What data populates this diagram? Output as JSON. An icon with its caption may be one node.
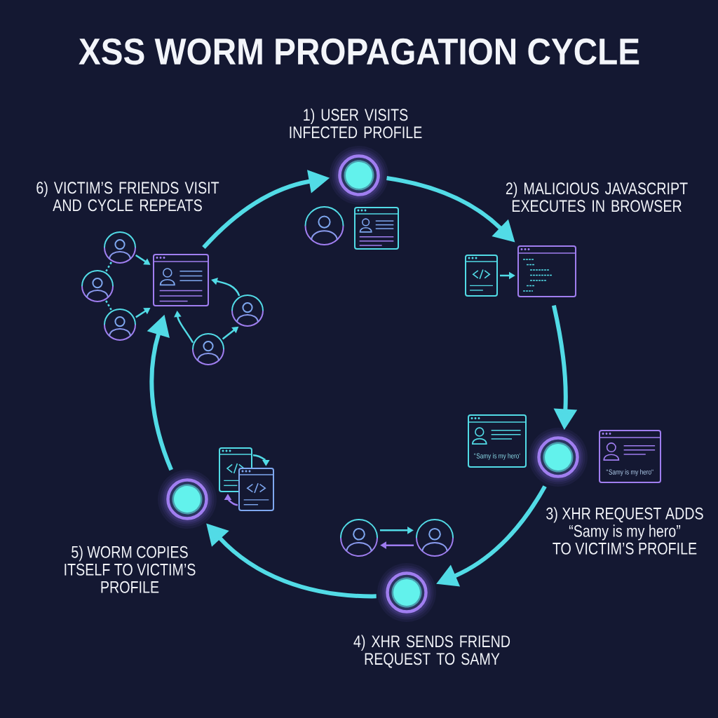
{
  "diagram": {
    "title": "XSS WORM PROPAGATION CYCLE",
    "nodes": [
      {
        "text": [
          "1) USER VISITS INFECTED PROFILE"
        ]
      },
      {
        "text": [
          "2) MALICIOUS JAVASCRIPT EXECUTES IN BROWSER"
        ]
      },
      {
        "text": [],
        "shape": "picture"
      },
      {
        "text": [
          "3) XHR REQUEST ADDS “Samy is my hero” TO VICTIM’S PROFILE"
        ]
      },
      {
        "text": [
          "\"Samy is my hero'"
        ]
      },
      {
        "text": [
          "\"Samy is my hero\""
        ]
      },
      {
        "text": [
          "4) XHR SENDS FRIEND REQUEST TO SAMY"
        ]
      },
      {
        "text": [],
        "shape": "person"
      },
      {
        "text": [],
        "shape": "person"
      },
      {
        "text": [
          "5) WORM COPIES ITSELF TO VICTIM’S PROFILE"
        ]
      },
      {
        "text": [],
        "shape": "picture"
      },
      {
        "text": [],
        "shape": "picture"
      },
      {
        "text": [
          "6) VICTIM’S FRIENDS VISIT AND CYCLE REPEATS"
        ]
      },
      {
        "text": [],
        "shape": "person"
      },
      {
        "text": [],
        "shape": "person"
      },
      {
        "text": [],
        "shape": "person"
      },
      {
        "text": [],
        "shape": "person"
      },
      {
        "text": [],
        "shape": "person"
      }
    ],
    "edges": [
      {
        "from": 0,
        "to": 1,
        "arrow": "to",
        "style": "thick"
      },
      {
        "from": 1,
        "to": 3,
        "arrow": "to",
        "style": "thick"
      },
      {
        "from": 3,
        "to": 6,
        "arrow": "to",
        "style": "thick"
      },
      {
        "from": 6,
        "to": 9,
        "arrow": "to",
        "style": "thick"
      },
      {
        "from": 9,
        "to": 12,
        "arrow": "to",
        "style": "thick"
      },
      {
        "from": 12,
        "to": 0,
        "arrow": "to",
        "style": "thick"
      },
      {
        "from": 2,
        "to": 1,
        "arrow": "to"
      },
      {
        "from": 7,
        "to": 8,
        "arrow": "to"
      },
      {
        "from": 8,
        "to": 7,
        "arrow": "to",
        "color": "#9d7cf0"
      },
      {
        "from": 10,
        "to": 11,
        "arrow": "to"
      },
      {
        "from": 11,
        "to": 10,
        "arrow": "to",
        "color": "#9d7cf0"
      },
      {
        "from": 13,
        "to": 12,
        "arrow": "to"
      },
      {
        "from": 15,
        "to": 12,
        "arrow": "to"
      },
      {
        "from": 16,
        "to": 12,
        "arrow": "to"
      },
      {
        "from": 16,
        "to": 17,
        "arrow": "to"
      },
      {
        "from": 17,
        "to": 12,
        "arrow": "to"
      },
      {
        "from": 13,
        "to": 14,
        "arrow": "none",
        "style": "dashed"
      },
      {
        "from": 14,
        "to": 15,
        "arrow": "none",
        "style": "dashed"
      }
    ]
  }
}
